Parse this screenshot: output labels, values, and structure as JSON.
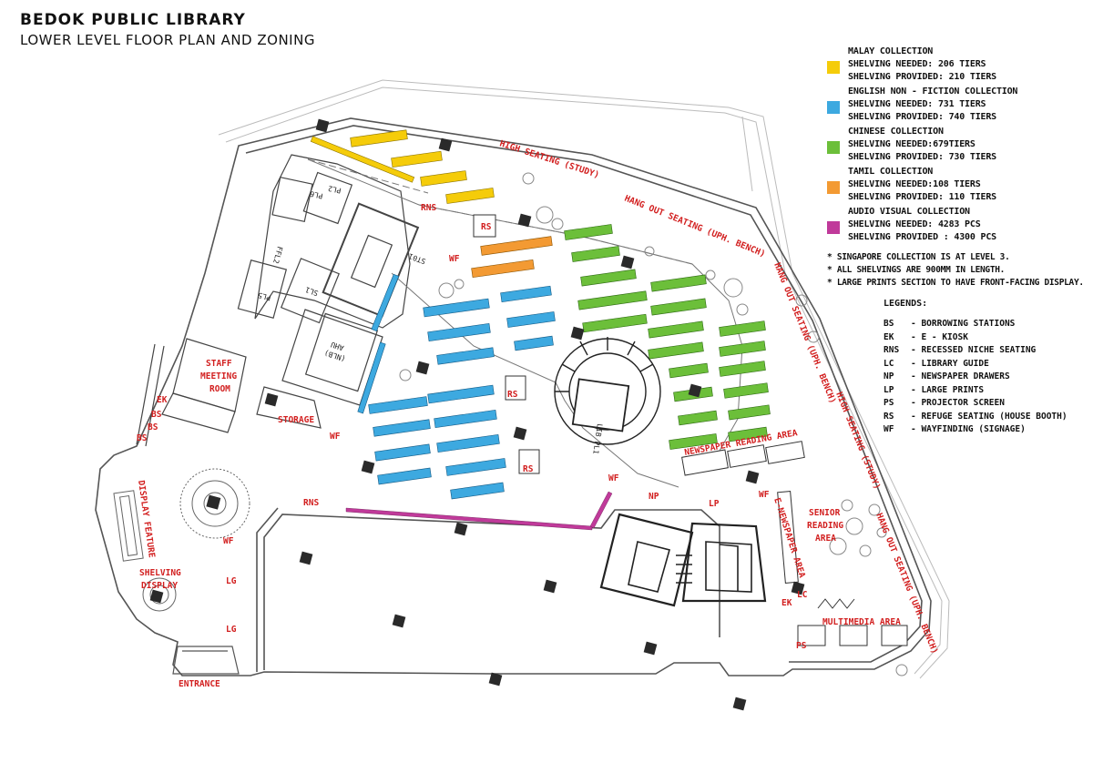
{
  "title": "BEDOK PUBLIC LIBRARY",
  "subtitle": "LOWER LEVEL FLOOR PLAN AND ZONING",
  "colors": {
    "malay": "#f5cc0a",
    "english": "#3da9e0",
    "chinese": "#6cbf3a",
    "tamil": "#f39a33",
    "audio_visual": "#c03a9a",
    "label_red": "#d21f1f"
  },
  "collections": [
    {
      "name": "MALAY COLLECTION",
      "needed": "SHELVING NEEDED: 206 TIERS",
      "provided": "SHELVING PROVIDED: 210 TIERS",
      "color": "#f5cc0a"
    },
    {
      "name": "ENGLISH NON - FICTION COLLECTION",
      "needed": "SHELVING NEEDED: 731 TIERS",
      "provided": "SHELVING PROVIDED: 740 TIERS",
      "color": "#3da9e0"
    },
    {
      "name": "CHINESE COLLECTION",
      "needed": "SHELVING NEEDED:679TIERS",
      "provided": "SHELVING PROVIDED: 730 TIERS",
      "color": "#6cbf3a"
    },
    {
      "name": "TAMIL COLLECTION",
      "needed": "SHELVING NEEDED:108 TIERS",
      "provided": "SHELVING PROVIDED: 110 TIERS",
      "color": "#f39a33"
    },
    {
      "name": "AUDIO VISUAL COLLECTION",
      "needed": "SHELVING NEEDED: 4283 PCS",
      "provided": "SHELVING PROVIDED : 4300 PCS",
      "color": "#c03a9a"
    }
  ],
  "notes": [
    "* SINGAPORE COLLECTION IS AT LEVEL 3.",
    "* ALL SHELVINGS ARE 900MM IN LENGTH.",
    "* LARGE PRINTS SECTION TO HAVE FRONT-FACING DISPLAY."
  ],
  "legends_title": "LEGENDS:",
  "legends": [
    {
      "code": "BS",
      "desc": "- BORROWING STATIONS"
    },
    {
      "code": "EK",
      "desc": "- E - KIOSK"
    },
    {
      "code": "RNS",
      "desc": "- RECESSED NICHE SEATING"
    },
    {
      "code": "LC",
      "desc": "- LIBRARY GUIDE"
    },
    {
      "code": "NP",
      "desc": "- NEWSPAPER DRAWERS"
    },
    {
      "code": "LP",
      "desc": "- LARGE PRINTS"
    },
    {
      "code": "PS",
      "desc": "- PROJECTOR SCREEN"
    },
    {
      "code": "RS",
      "desc": "- REFUGE SEATING (HOUSE BOOTH)"
    },
    {
      "code": "WF",
      "desc": "- WAYFINDING (SIGNAGE)"
    }
  ],
  "plan_labels": {
    "high_seating_top": "HIGH SEATING (STUDY)",
    "hang_out_top": "HANG OUT SEATING (UPH. BENCH)",
    "hang_out_right1": "HANG OUT SEATING (UPH. BENCH)",
    "high_seating_right": "HIGH SEATING (STUDY)",
    "hang_out_right2": "HANG OUT SEATING (UPH. BENCH)",
    "newspaper_reading": "NEWSPAPER READING AREA",
    "senior_reading_1": "SENIOR",
    "senior_reading_2": "READING",
    "senior_reading_3": "AREA",
    "e_newspaper": "E-NEWSPAPER AREA",
    "multimedia": "MULTIMEDIA AREA",
    "staff_1": "STAFF",
    "staff_2": "MEETING",
    "staff_3": "ROOM",
    "storage": "STORAGE",
    "display_feature": "DISPLAY FEATURE",
    "shelving_display_1": "SHELVING",
    "shelving_display_2": "DISPLAY",
    "entrance": "ENTRANCE",
    "rns": "RNS",
    "rs": "RS",
    "wf": "WF",
    "ek": "EK",
    "bs": "BS",
    "lg": "LG",
    "np": "NP",
    "lp": "LP",
    "ps": "PS",
    "lc": "LC",
    "lib_pl1": "LIB PL1",
    "ahu": "AHU",
    "nlb": "(NLB)",
    "ffl2": "FFL2",
    "pl6": "PL6",
    "pl2": "PL2",
    "st01": "ST01",
    "pl5": "PL5",
    "sl1": "SL1",
    "pl1": "PL1"
  }
}
